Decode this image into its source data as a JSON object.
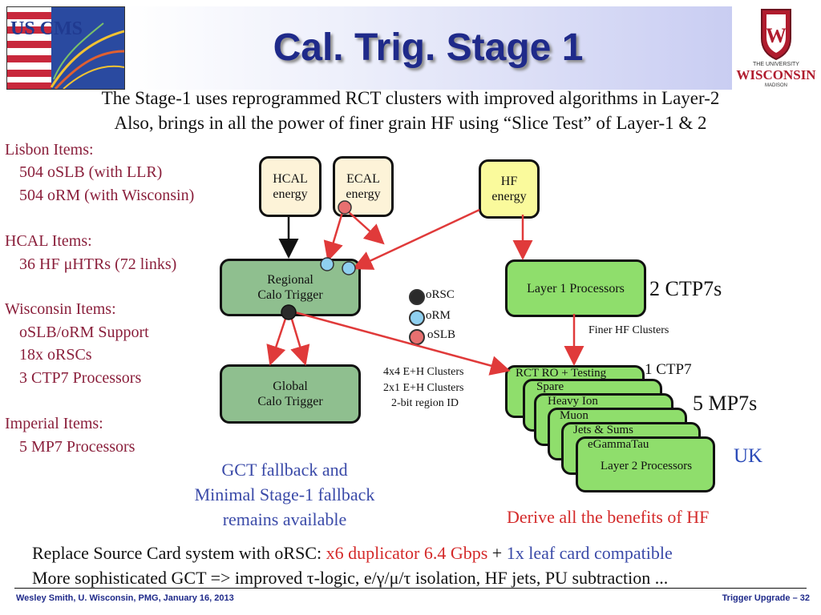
{
  "header": {
    "title": "Cal. Trig. Stage 1",
    "logo_left_text": "US CMS",
    "logo_right_line1": "THE UNIVERSITY",
    "logo_right_line2": "WISCONSIN",
    "logo_right_line3": "MADISON",
    "logo_right_crest": "W"
  },
  "subtitle": {
    "line1": "The Stage-1 uses reprogrammed RCT clusters with improved algorithms in Layer-2",
    "line2": "Also, brings in all the power of finer grain HF using “Slice Test” of Layer-1 & 2"
  },
  "left_list": [
    {
      "text": "Lisbon Items:",
      "indent": false
    },
    {
      "text": "504 oSLB (with LLR)",
      "indent": true
    },
    {
      "text": "504 oRM (with Wisconsin)",
      "indent": true
    },
    {
      "text": "HCAL Items:",
      "indent": false
    },
    {
      "text": "36 HF μHTRs (72 links)",
      "indent": true
    },
    {
      "text": "Wisconsin Items:",
      "indent": false
    },
    {
      "text": "oSLB/oRM Support",
      "indent": true
    },
    {
      "text": "18x oRSCs",
      "indent": true
    },
    {
      "text": "3 CTP7 Processors",
      "indent": true
    },
    {
      "text": "Imperial Items:",
      "indent": false
    },
    {
      "text": "5 MP7 Processors",
      "indent": true
    }
  ],
  "diagram": {
    "hcal": {
      "line1": "HCAL",
      "line2": "energy"
    },
    "ecal": {
      "line1": "ECAL",
      "line2": "energy"
    },
    "hf": {
      "line1": "HF",
      "line2": "energy"
    },
    "rct": {
      "line1": "Regional",
      "line2": "Calo Trigger"
    },
    "gct": {
      "line1": "Global",
      "line2": "Calo Trigger"
    },
    "layer1": "Layer 1 Processors",
    "ctp7s": "2 CTP7s",
    "finer_hf": "Finer HF Clusters",
    "one_ctp7": "1 CTP7",
    "mp7s": "5 MP7s",
    "uk": "UK",
    "legend": [
      {
        "label": "oRSC",
        "color": "#2b2b2b"
      },
      {
        "label": "oRM",
        "color": "#8fd0f0"
      },
      {
        "label": "oSLB",
        "color": "#e87070"
      }
    ],
    "clusters": [
      "4x4 E+H Clusters",
      "2x1 E+H Clusters",
      "2-bit region ID"
    ],
    "stack": [
      "RCT RO + Testing",
      "Spare",
      "Heavy Ion",
      "Muon",
      "Jets & Sums",
      "eGammaTau"
    ],
    "layer2": "Layer 2 Processors",
    "fallback": [
      "GCT fallback and",
      "Minimal Stage-1 fallback",
      "remains available"
    ],
    "derive": "Derive all the benefits of HF"
  },
  "bottom": {
    "line1_a": "Replace Source Card system with oRSC: ",
    "line1_b": "x6 duplicator 6.4 Gbps",
    "line1_c": " + ",
    "line1_d": "1x leaf card compatible",
    "line2": "More sophisticated GCT => improved τ-logic, e/γ/μ/τ isolation, HF jets, PU subtraction ..."
  },
  "footer": {
    "left": "Wesley Smith, U. Wisconsin, PMG, January 16, 2013",
    "right": "Trigger Upgrade  – 32"
  },
  "colors": {
    "title": "#1f2a8a",
    "left_list": "#8a1f3b",
    "arrow_red": "#e03a3a",
    "fallback_blue": "#3a4aa8",
    "derive_red": "#d42a2a",
    "green_box": "#8fbf8f",
    "lime_box": "#8fde6c"
  }
}
